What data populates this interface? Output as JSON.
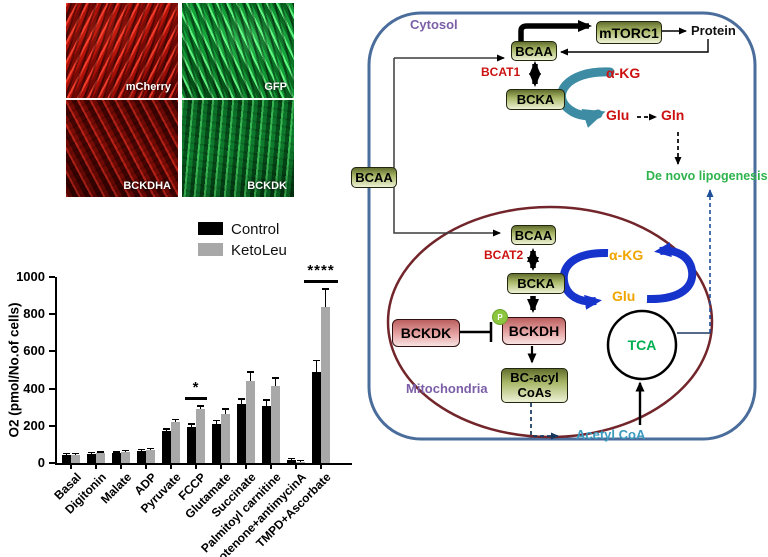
{
  "microscopy": {
    "panels": [
      {
        "label": "mCherry",
        "channel": "red-bright"
      },
      {
        "label": "GFP",
        "channel": "green-bright"
      },
      {
        "label": "BCKDHA",
        "channel": "red-dim"
      },
      {
        "label": "BCKDK",
        "channel": "green-dim"
      }
    ]
  },
  "chart_data": {
    "type": "bar",
    "title": "",
    "ylabel": "O2 (pmol/No.of cells)",
    "ylim": [
      0,
      1000
    ],
    "yticks": [
      0,
      200,
      400,
      600,
      800,
      1000
    ],
    "categories": [
      "Basal",
      "Digitonin",
      "Malate",
      "ADP",
      "Pyruvate",
      "FCCP",
      "Glutamate",
      "Succinate",
      "Palmitoyl carnitine",
      "Rotenone+antimycinA",
      "TMPD+Ascorbate"
    ],
    "series": [
      {
        "name": "Control",
        "color": "#000000",
        "values": [
          45,
          50,
          52,
          65,
          170,
          195,
          210,
          315,
          305,
          18,
          490
        ],
        "errors": [
          6,
          6,
          6,
          7,
          12,
          12,
          16,
          28,
          32,
          5,
          60
        ]
      },
      {
        "name": "KetoLeu",
        "color": "#a8a8a8",
        "values": [
          45,
          52,
          60,
          70,
          220,
          290,
          262,
          440,
          415,
          8,
          840
        ],
        "errors": [
          6,
          6,
          7,
          7,
          12,
          16,
          26,
          48,
          40,
          4,
          95
        ]
      }
    ],
    "significance": [
      {
        "category": "FCCP",
        "label": "*"
      },
      {
        "category": "TMPD+Ascorbate",
        "label": "****"
      }
    ],
    "legend_position": "top-right-inside",
    "grid": false
  },
  "pathway": {
    "cytosol_label": "Cytosol",
    "mitochondria_label": "Mitochondria",
    "nodes": {
      "bcaa_cytosol": "BCAA",
      "mtorc1": "mTORC1",
      "protein": "Protein",
      "bcat1": "BCAT1",
      "bcka_cytosol": "BCKA",
      "akg_cytosol": "α-KG",
      "glu_cytosol": "Glu",
      "gln": "Gln",
      "de_novo_lipogenesis": "De novo lipogenesis",
      "bcaa_membrane": "BCAA",
      "bcaa_mito": "BCAA",
      "bcat2": "BCAT2",
      "bcka_mito": "BCKA",
      "bckdk": "BCKDK",
      "bckdh": "BCKDH",
      "phospho": "P",
      "bc_acyl_coas": "BC-acyl\nCoAs",
      "akg_mito": "α-KG",
      "glu_mito": "Glu",
      "tca": "TCA",
      "acetyl_coa": "Acetyl CoA"
    },
    "colors": {
      "cell_border": "#4a6d9b",
      "mito_border": "#72252a",
      "enzyme_red": "#cc1111",
      "metabolite_orange": "#f0a500",
      "lipogenesis_green": "#2eb34d",
      "tca_green": "#00b050",
      "acetyl_teal": "#3a9bbf",
      "compartment_purple": "#7b5ea7",
      "cycle_blue": "#1633cc",
      "transaminase_teal": "#3e8ca3"
    }
  }
}
